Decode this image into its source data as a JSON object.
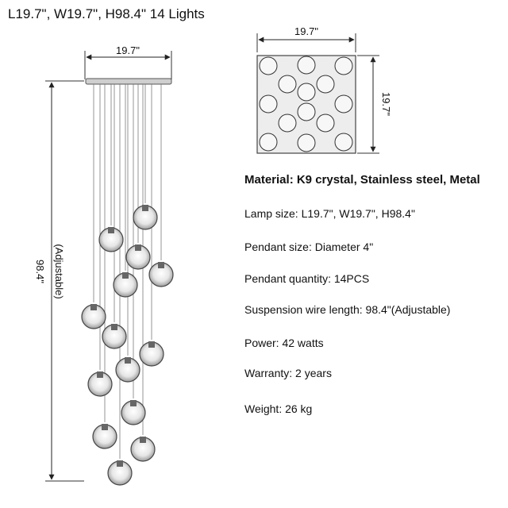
{
  "title": "L19.7\", W19.7\", H98.4\"  14 Lights",
  "diagram": {
    "top_width_label": "19.7\"",
    "height_label": "98.4\"",
    "adjustable_label": "(Adjustable)",
    "plan_width_label": "19.7\"",
    "plan_depth_label": "19.7\""
  },
  "specs": [
    "Material: K9 crystal, Stainless steel, Metal",
    "Lamp size: L19.7\", W19.7\", H98.4\"",
    "Pendant size: Diameter 4\"",
    "Pendant quantity: 14PCS",
    "Suspension wire length:  98.4\"(Adjustable)",
    "Power: 42 watts",
    "Warranty: 2 years",
    "Weight: 26 kg"
  ]
}
